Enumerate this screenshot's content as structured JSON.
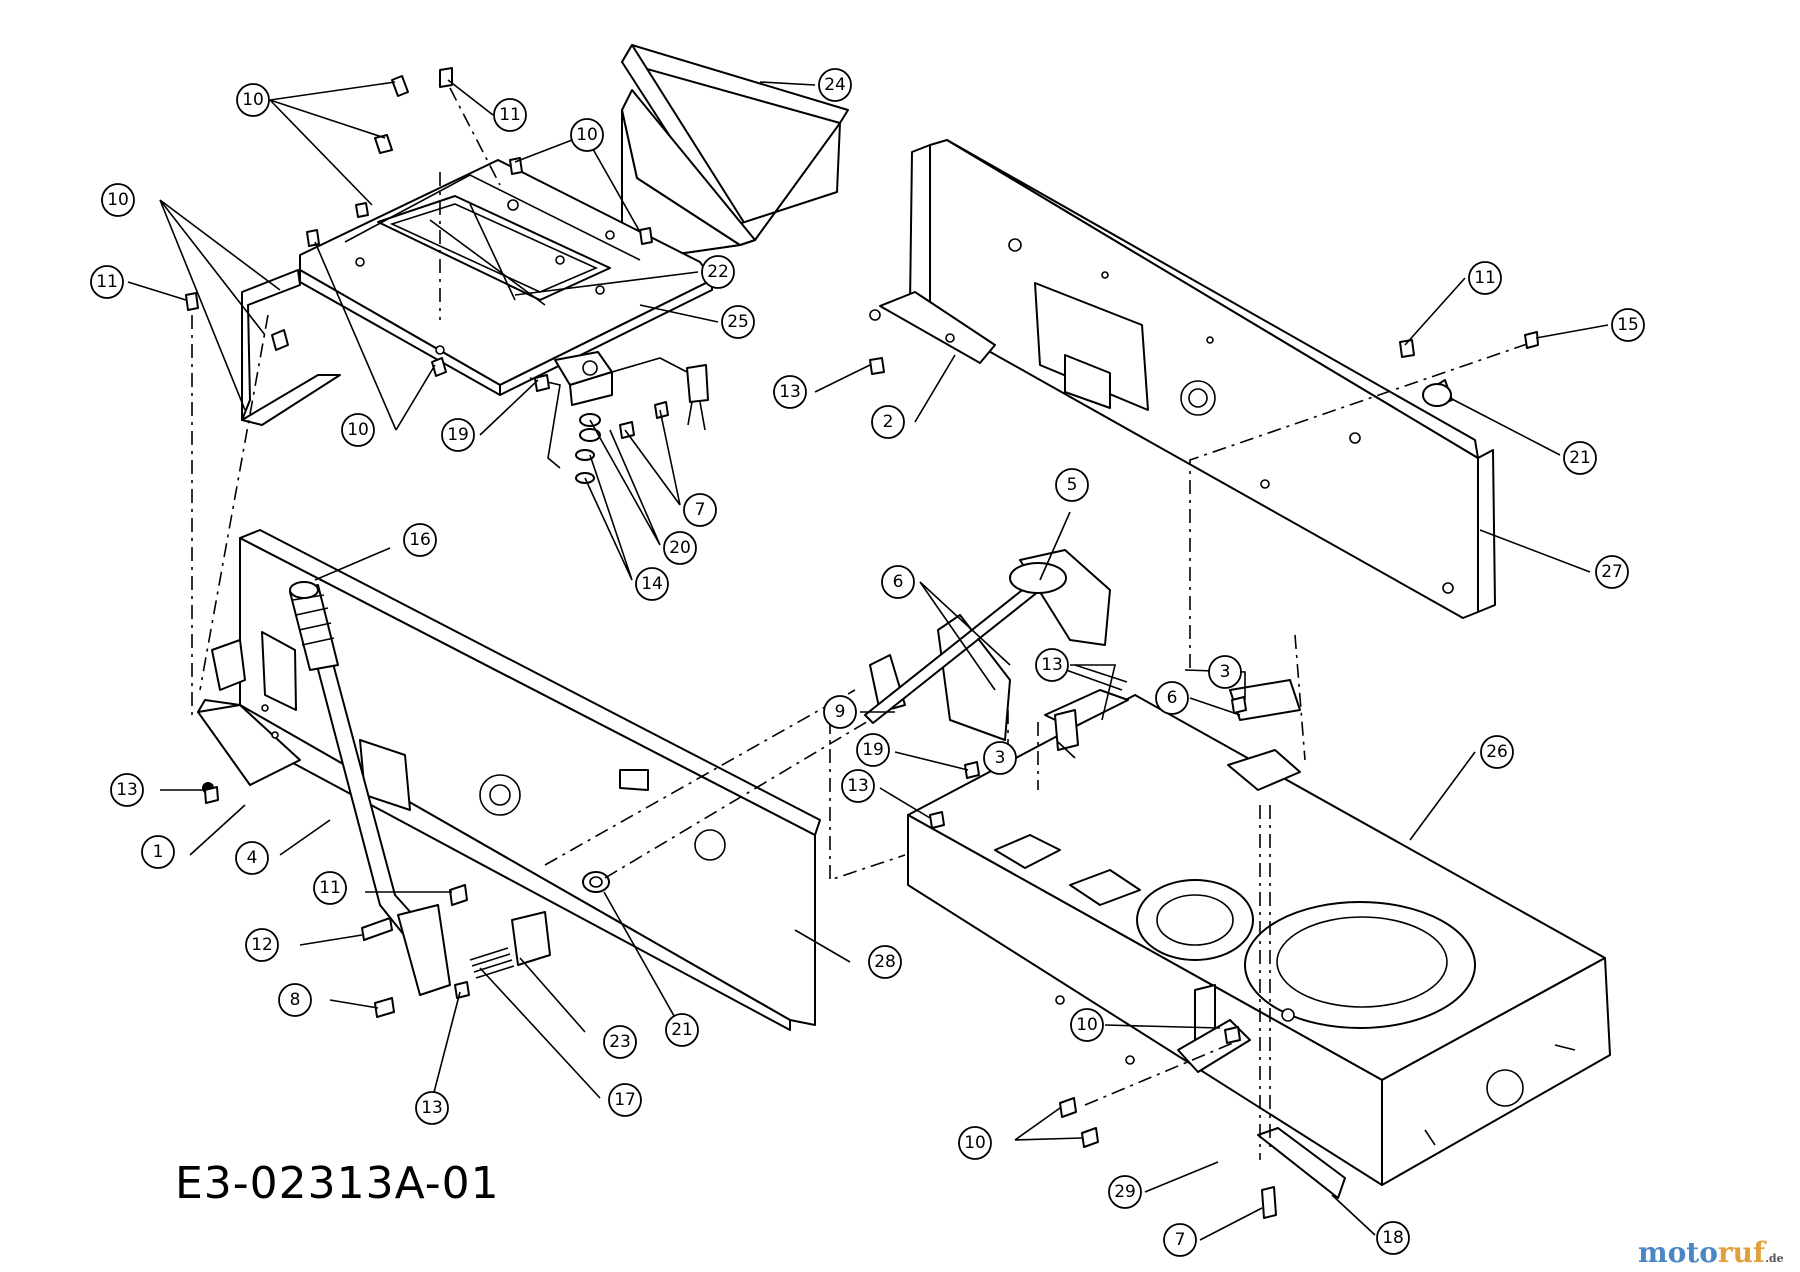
{
  "drawing": {
    "code": "E3-02313A-01",
    "watermark": {
      "part1": "moto",
      "part2": "ruf",
      "part3": ".de"
    }
  },
  "callouts": [
    {
      "id": "c-10-a",
      "label": "10"
    },
    {
      "id": "c-11-a",
      "label": "11"
    },
    {
      "id": "c-24",
      "label": "24"
    },
    {
      "id": "c-10-b",
      "label": "10"
    },
    {
      "id": "c-10-c",
      "label": "10"
    },
    {
      "id": "c-11-b",
      "label": "11"
    },
    {
      "id": "c-22",
      "label": "22"
    },
    {
      "id": "c-25",
      "label": "25"
    },
    {
      "id": "c-10-d",
      "label": "10"
    },
    {
      "id": "c-19-a",
      "label": "19"
    },
    {
      "id": "c-7-a",
      "label": "7"
    },
    {
      "id": "c-20",
      "label": "20"
    },
    {
      "id": "c-14",
      "label": "14"
    },
    {
      "id": "c-16",
      "label": "16"
    },
    {
      "id": "c-13-a",
      "label": "13"
    },
    {
      "id": "c-1",
      "label": "1"
    },
    {
      "id": "c-4",
      "label": "4"
    },
    {
      "id": "c-11-c",
      "label": "11"
    },
    {
      "id": "c-12",
      "label": "12"
    },
    {
      "id": "c-8",
      "label": "8"
    },
    {
      "id": "c-13-b",
      "label": "13"
    },
    {
      "id": "c-17",
      "label": "17"
    },
    {
      "id": "c-23",
      "label": "23"
    },
    {
      "id": "c-21-a",
      "label": "21"
    },
    {
      "id": "c-28",
      "label": "28"
    },
    {
      "id": "c-11-d",
      "label": "11"
    },
    {
      "id": "c-15",
      "label": "15"
    },
    {
      "id": "c-13-c",
      "label": "13"
    },
    {
      "id": "c-2",
      "label": "2"
    },
    {
      "id": "c-21-b",
      "label": "21"
    },
    {
      "id": "c-27",
      "label": "27"
    },
    {
      "id": "c-5",
      "label": "5"
    },
    {
      "id": "c-6-a",
      "label": "6"
    },
    {
      "id": "c-9",
      "label": "9"
    },
    {
      "id": "c-19-b",
      "label": "19"
    },
    {
      "id": "c-13-d",
      "label": "13"
    },
    {
      "id": "c-13-e",
      "label": "13"
    },
    {
      "id": "c-3-a",
      "label": "3"
    },
    {
      "id": "c-3-b",
      "label": "3"
    },
    {
      "id": "c-6-b",
      "label": "6"
    },
    {
      "id": "c-26",
      "label": "26"
    },
    {
      "id": "c-10-e",
      "label": "10"
    },
    {
      "id": "c-10-f",
      "label": "10"
    },
    {
      "id": "c-29",
      "label": "29"
    },
    {
      "id": "c-7-b",
      "label": "7"
    },
    {
      "id": "c-18",
      "label": "18"
    }
  ]
}
